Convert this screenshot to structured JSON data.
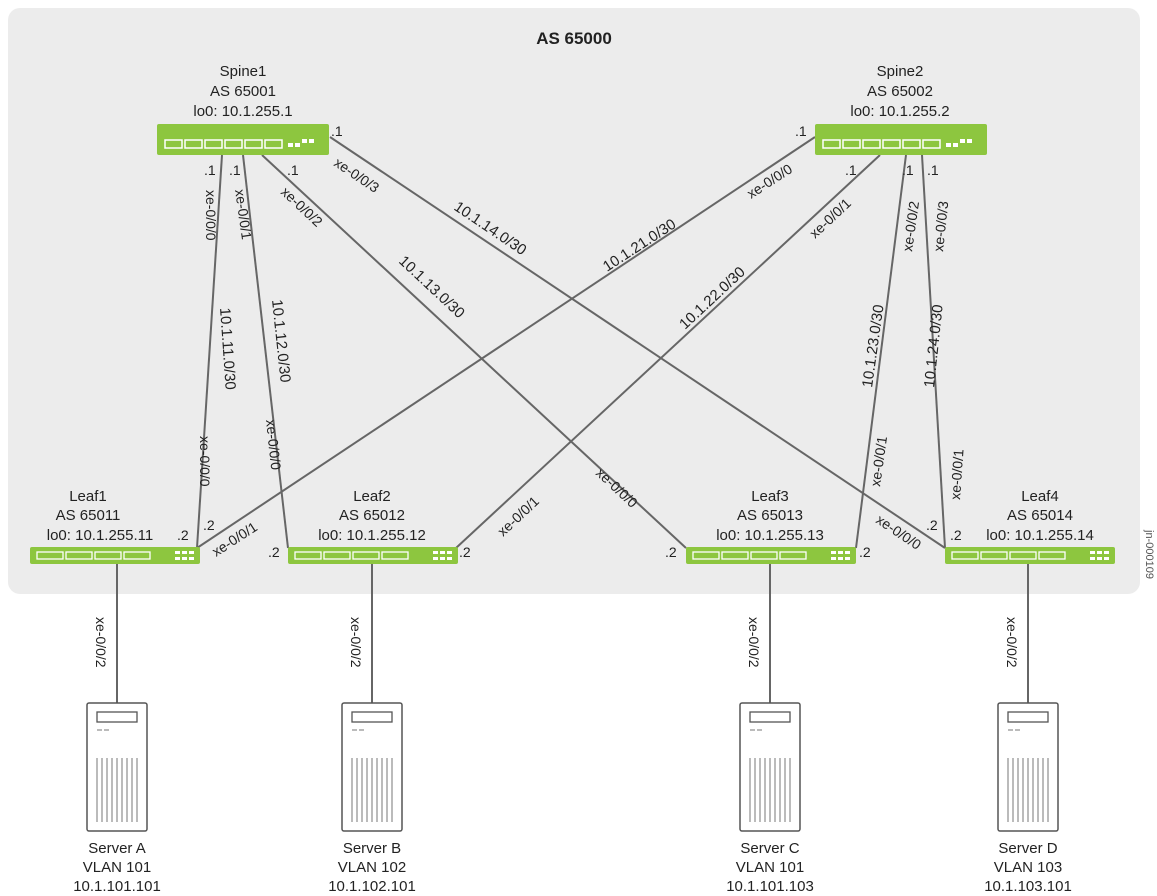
{
  "as_label": "AS 65000",
  "figure_id": "jn-000109",
  "spines": [
    {
      "name": "Spine1",
      "as": "AS 65001",
      "lo0": "lo0: 10.1.255.1"
    },
    {
      "name": "Spine2",
      "as": "AS 65002",
      "lo0": "lo0: 10.1.255.2"
    }
  ],
  "leaves": [
    {
      "name": "Leaf1",
      "as": "AS 65011",
      "lo0": "lo0: 10.1.255.11"
    },
    {
      "name": "Leaf2",
      "as": "AS 65012",
      "lo0": "lo0: 10.1.255.12"
    },
    {
      "name": "Leaf3",
      "as": "AS 65013",
      "lo0": "lo0: 10.1.255.13"
    },
    {
      "name": "Leaf4",
      "as": "AS 65014",
      "lo0": "lo0: 10.1.255.14"
    }
  ],
  "servers": [
    {
      "name": "Server A",
      "vlan": "VLAN 101",
      "ip": "10.1.101.101",
      "port": "xe-0/0/2"
    },
    {
      "name": "Server B",
      "vlan": "VLAN 102",
      "ip": "10.1.102.101",
      "port": "xe-0/0/2"
    },
    {
      "name": "Server C",
      "vlan": "VLAN 101",
      "ip": "10.1.101.103",
      "port": "xe-0/0/2"
    },
    {
      "name": "Server D",
      "vlan": "VLAN 103",
      "ip": "10.1.103.101",
      "port": "xe-0/0/2"
    }
  ],
  "links": [
    {
      "subnet": "10.1.11.0/30",
      "spine_port": "xe-0/0/0",
      "leaf_port": "xe-0/0/0",
      "spine_ip": ".1",
      "leaf_ip": ".2"
    },
    {
      "subnet": "10.1.12.0/30",
      "spine_port": "xe-0/0/1",
      "leaf_port": "xe-0/0/0",
      "spine_ip": ".1",
      "leaf_ip": ".2"
    },
    {
      "subnet": "10.1.13.0/30",
      "spine_port": "xe-0/0/2",
      "leaf_port": "xe-0/0/0",
      "spine_ip": ".1",
      "leaf_ip": ".2"
    },
    {
      "subnet": "10.1.14.0/30",
      "spine_port": "xe-0/0/3",
      "leaf_port": "xe-0/0/0",
      "spine_ip": ".1",
      "leaf_ip": ".2"
    },
    {
      "subnet": "10.1.21.0/30",
      "spine_port": "xe-0/0/0",
      "leaf_port": "xe-0/0/1",
      "spine_ip": ".1",
      "leaf_ip": ".2"
    },
    {
      "subnet": "10.1.22.0/30",
      "spine_port": "xe-0/0/1",
      "leaf_port": "xe-0/0/1",
      "spine_ip": ".1",
      "leaf_ip": ".2"
    },
    {
      "subnet": "10.1.23.0/30",
      "spine_port": "xe-0/0/2",
      "leaf_port": "xe-0/0/1",
      "spine_ip": ".1",
      "leaf_ip": ".2"
    },
    {
      "subnet": "10.1.24.0/30",
      "spine_port": "xe-0/0/3",
      "leaf_port": "xe-0/0/1",
      "spine_ip": ".1",
      "leaf_ip": ".2"
    }
  ],
  "colors": {
    "switch": "#8dc63f",
    "switch_dark": "#6aa423",
    "as_box": "#ececec",
    "link": "#666666"
  }
}
